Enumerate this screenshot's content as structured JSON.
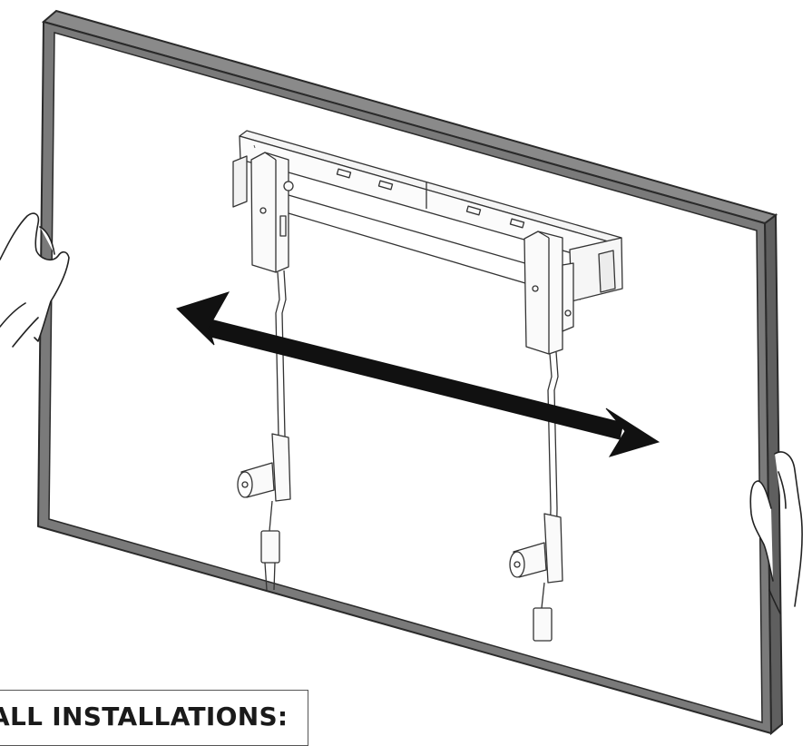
{
  "caption": {
    "text": "ALL INSTALLATIONS:"
  },
  "diagram": {
    "subject": "tv-wall-mount-installation",
    "action_indicator": "double-headed-arrow"
  },
  "colors": {
    "outline": "#2a2a2a",
    "frame_fill": "#7a7a7a",
    "screen_fill": "#ffffff",
    "arrow_fill": "#111111"
  }
}
